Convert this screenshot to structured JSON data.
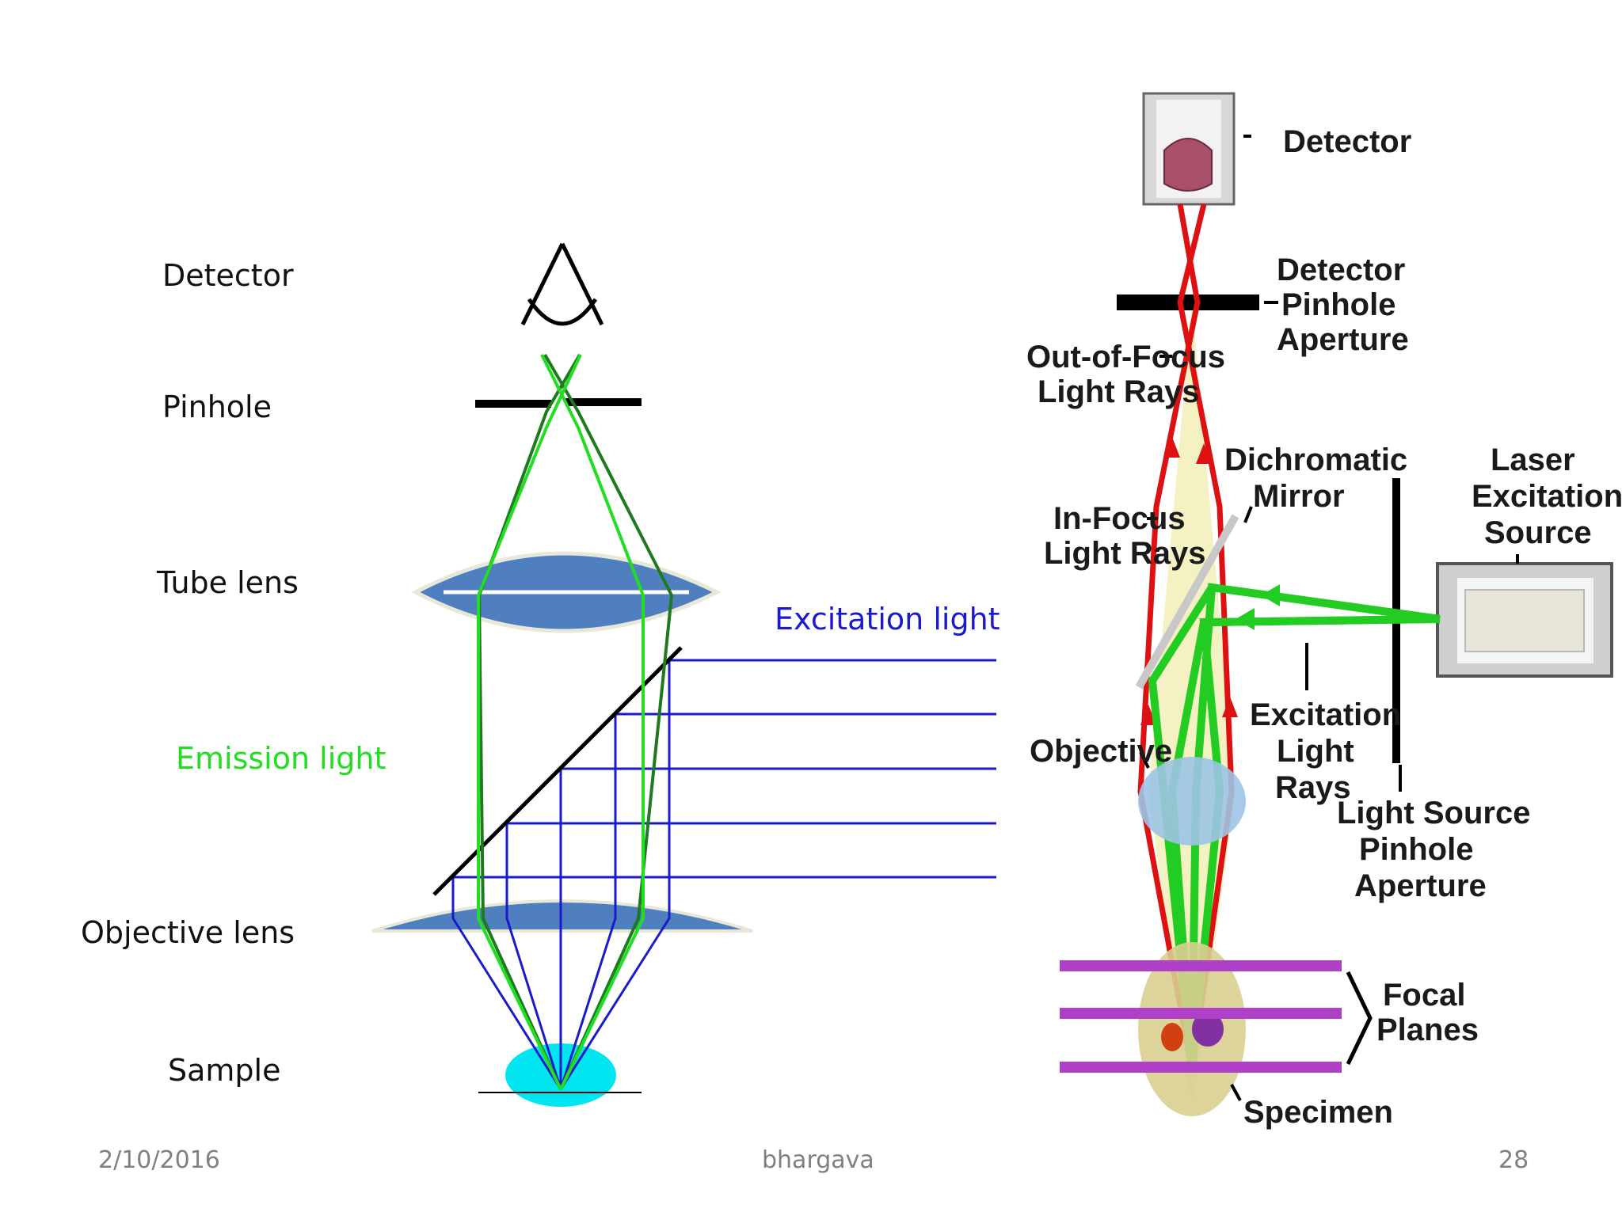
{
  "left_labels": {
    "detector": "Detector",
    "pinhole": "Pinhole",
    "tube_lens": "Tube lens",
    "emission_light": "Emission light",
    "excitation_light": "Excitation light",
    "objective_lens": "Objective lens",
    "sample": "Sample"
  },
  "right_labels": {
    "detector": "Detector",
    "pinhole": [
      "Detector",
      "Pinhole",
      "Aperture"
    ],
    "out_of_focus": [
      "Out-of-Focus",
      "Light Rays"
    ],
    "in_focus": [
      "In-Focus",
      "Light Rays"
    ],
    "dichromatic": [
      "Dichromatic",
      "Mirror"
    ],
    "laser": [
      "Laser",
      "Excitation",
      "Source"
    ],
    "objective": "Objective",
    "excitation_rays": [
      "Excitation",
      "Light",
      "Rays"
    ],
    "light_source_pinhole": [
      "Light Source",
      "Pinhole",
      "Aperture"
    ],
    "focal_planes": [
      "Focal",
      "Planes"
    ],
    "specimen": "Specimen"
  },
  "footer": {
    "date": "2/10/2016",
    "author": "bhargava",
    "page": "28"
  },
  "colors": {
    "emission_label": "#22dd22",
    "excitation_label": "#1a1acc",
    "lens_fill": "#4f7fbf",
    "sample_fill": "#00e5f0",
    "red_ray": "#dd1111",
    "green_ray": "#22cc22",
    "focal_plane": "#b040c8"
  }
}
